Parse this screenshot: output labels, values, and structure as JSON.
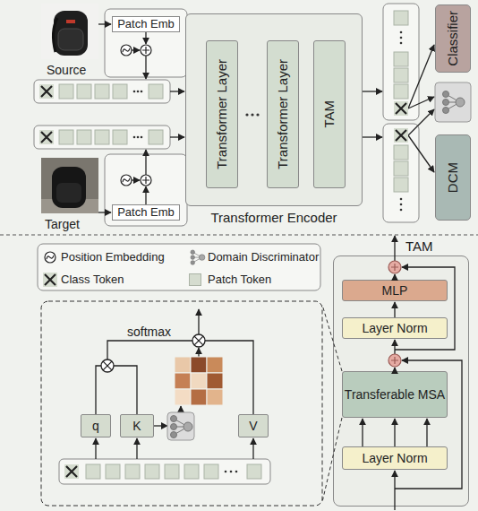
{
  "diagram": {
    "nodes": [
      {
        "text": [
          "Patch Emb"
        ]
      },
      {
        "text": [
          "Transformer Encoder"
        ]
      },
      {
        "text": [
          "Transformer Layer"
        ],
        "in": 1
      },
      {
        "text": [
          "Transformer Layer"
        ],
        "in": 1
      },
      {
        "text": [
          "TAM"
        ],
        "in": 1
      },
      {
        "text": [
          "Classifier"
        ]
      },
      {
        "text": [
          "DCM"
        ]
      },
      {
        "text": [
          "Patch Emb"
        ]
      },
      {
        "text": [
          "TAM"
        ]
      },
      {
        "text": [
          "MLP"
        ],
        "in": 8
      },
      {
        "text": [
          "Layer Norm"
        ],
        "in": 8
      },
      {
        "text": [
          "Transferable MSA"
        ],
        "in": 8
      },
      {
        "text": [
          "Layer Norm"
        ],
        "in": 8
      },
      {
        "text": [
          "q"
        ]
      },
      {
        "text": [
          "K"
        ]
      },
      {
        "text": [
          "V"
        ]
      }
    ],
    "edges": [
      {
        "from": 12,
        "to": 11,
        "arrow": "to"
      },
      {
        "from": 10,
        "to": 9,
        "arrow": "to"
      }
    ],
    "labels": [
      "Source",
      "Target",
      "softmax"
    ],
    "legend": [
      {
        "text": "Position Embedding"
      },
      {
        "text": "Domain Discriminator"
      },
      {
        "text": "Class Token"
      },
      {
        "text": "Patch Token",
        "color": "#d5dccf"
      }
    ]
  }
}
